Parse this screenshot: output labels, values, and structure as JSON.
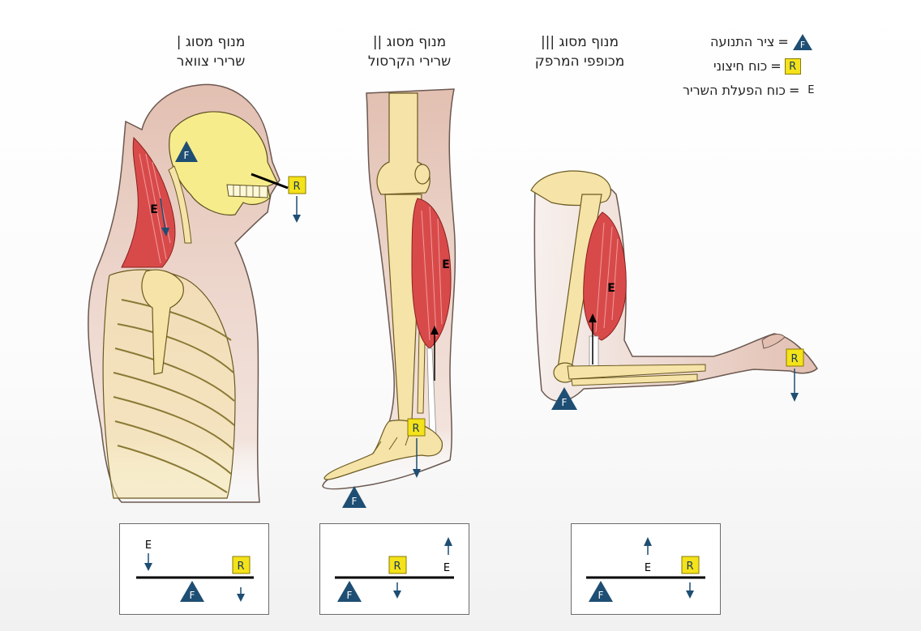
{
  "levers": [
    {
      "title_line1": "מנוף מסוג |",
      "title_line2": "שרירי צוואר"
    },
    {
      "title_line1": "מנוף מסוג ||",
      "title_line2": "שרירי הקרסול"
    },
    {
      "title_line1": "מנוף מסוג |||",
      "title_line2": "מכופפי המרפק"
    }
  ],
  "legend": {
    "fulcrum_label": "ציר התנועה",
    "resistance_label": "כוח חיצוני",
    "effort_label": "כוח הפעלת השריר",
    "equals": "="
  },
  "symbols": {
    "fulcrum": "F",
    "resistance": "R",
    "effort": "E"
  },
  "colors": {
    "fulcrum": "#1e4e73",
    "resistance_box": "#f4e21a",
    "arrow": "#1e4e73",
    "muscle": "#d84a4a",
    "bone": "#f5e3a8",
    "skin": "#e2bfb1"
  }
}
